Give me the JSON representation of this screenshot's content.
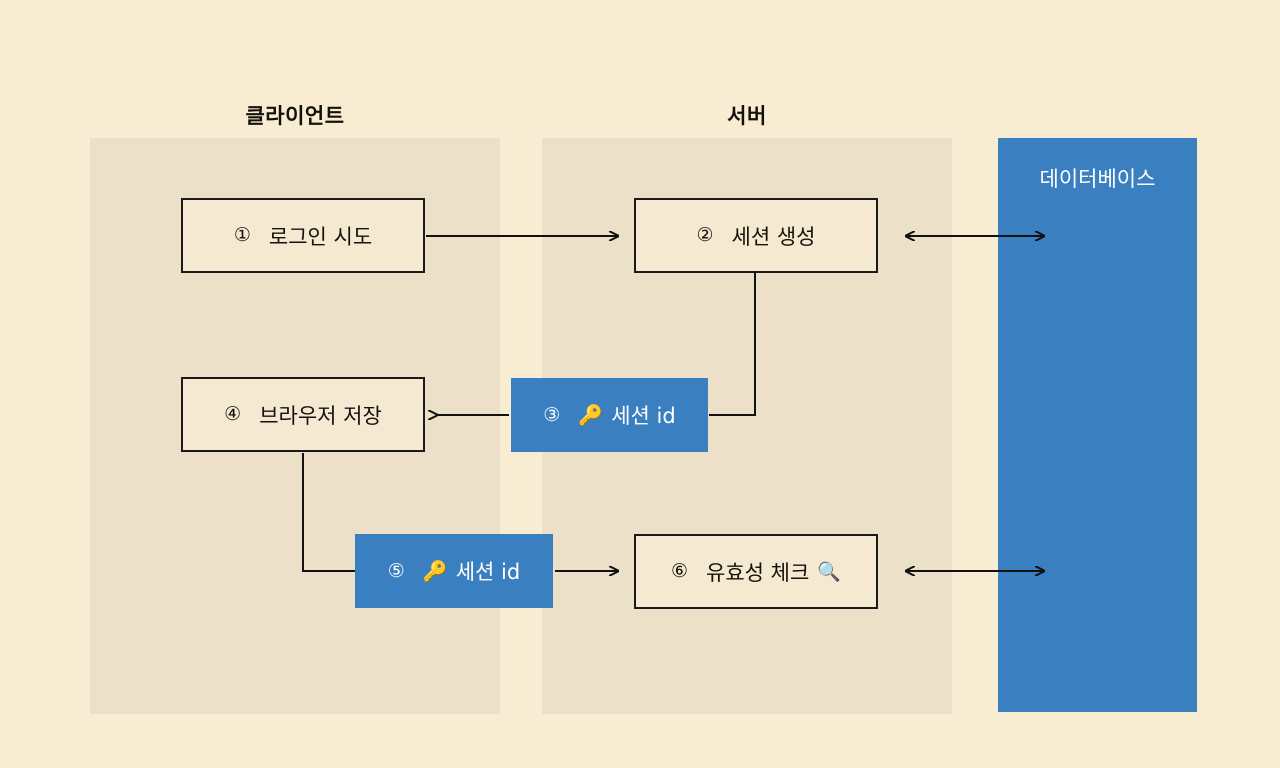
{
  "lanes": [
    {
      "key": "client",
      "title": "클라이언트"
    },
    {
      "key": "server",
      "title": "서버"
    }
  ],
  "database": {
    "label": "데이터베이스",
    "color": "#3a80c1"
  },
  "colors": {
    "page_background": "#f8ecd2",
    "lane_background": "#ede0c8",
    "node_background": "#f5e9d1",
    "node_border": "#1a1a1a",
    "accent": "#3a80c1",
    "accent_text": "#ffffff",
    "text": "#15120c"
  },
  "nodes": [
    {
      "id": 1,
      "badge": "①",
      "label": "로그인 시도",
      "style": "plain",
      "lane": "client",
      "icon": "",
      "icon_name": ""
    },
    {
      "id": 2,
      "badge": "②",
      "label": "세션 생성",
      "style": "plain",
      "lane": "server",
      "icon": "",
      "icon_name": ""
    },
    {
      "id": 3,
      "badge": "③",
      "label": "세션 id",
      "style": "accent",
      "lane": "server",
      "icon": "🔑",
      "icon_name": "key-icon",
      "icon_position": "leading"
    },
    {
      "id": 4,
      "badge": "④",
      "label": "브라우저 저장",
      "style": "plain",
      "lane": "client",
      "icon": "",
      "icon_name": ""
    },
    {
      "id": 5,
      "badge": "⑤",
      "label": "세션 id",
      "style": "accent",
      "lane": "client",
      "icon": "🔑",
      "icon_name": "key-icon",
      "icon_position": "leading"
    },
    {
      "id": 6,
      "badge": "⑥",
      "label": "유효성 체크",
      "style": "plain",
      "lane": "server",
      "icon": "🔍",
      "icon_name": "magnifier-icon",
      "icon_position": "trailing"
    }
  ],
  "connections": [
    {
      "from": 1,
      "to": 2,
      "direction": "right"
    },
    {
      "from": 2,
      "to": "database",
      "direction": "both"
    },
    {
      "from": 2,
      "to": 3,
      "direction": "none"
    },
    {
      "from": 3,
      "to": 4,
      "direction": "left"
    },
    {
      "from": 4,
      "to": 5,
      "direction": "none"
    },
    {
      "from": 5,
      "to": 6,
      "direction": "right"
    },
    {
      "from": 6,
      "to": "database",
      "direction": "both"
    }
  ]
}
